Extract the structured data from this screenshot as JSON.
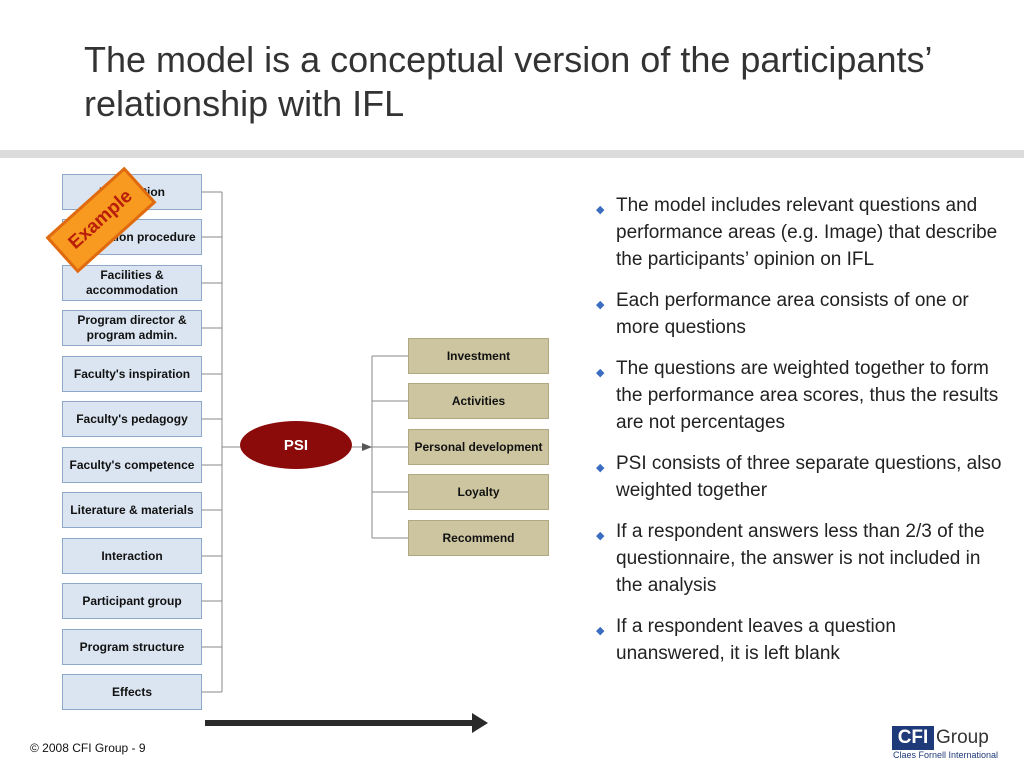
{
  "title": "The model is a conceptual version of the participants’ relationship with IFL",
  "badge": "Example",
  "center_node": "PSI",
  "drivers": [
    "Information",
    "Application procedure",
    "Facilities & accommodation",
    "Program director & program admin.",
    "Faculty's inspiration",
    "Faculty's pedagogy",
    "Faculty's competence",
    "Literature & materials",
    "Interaction",
    "Participant group",
    "Program structure",
    "Effects"
  ],
  "outcomes": [
    "Investment",
    "Activities",
    "Personal development",
    "Loyalty",
    "Recommend"
  ],
  "bullets": [
    "The model includes relevant questions and performance areas (e.g. Image) that describe the participants’ opinion on IFL",
    "Each performance area consists of one or more questions",
    "The questions are weighted together to form the performance area scores, thus the results are not percentages",
    "PSI consists of three separate questions, also weighted together",
    "If a respondent answers less than 2/3 of the questionnaire, the answer is not included in the analysis",
    "If a respondent leaves a question unanswered, it is left blank"
  ],
  "footer": "© 2008 CFI Group - 9",
  "logo": {
    "brand": "CFI",
    "word": "Group",
    "tagline": "Claes Fornell International"
  },
  "colors": {
    "driver_fill": "#dbe5f1",
    "outcome_fill": "#ccc5a0",
    "psi_fill": "#8b0a0a",
    "badge_fill": "#f79a1f",
    "bullet_marker": "#3a6cc0"
  }
}
